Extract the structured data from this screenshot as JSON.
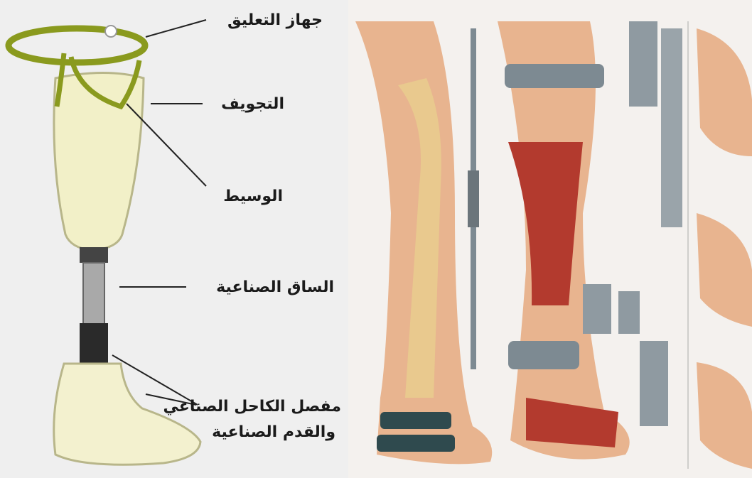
{
  "labels": {
    "suspension": "جهاز التعليق",
    "socket": "التجويف",
    "liner": "الوسيط",
    "pylon": "الساق الصناعية",
    "ankle_line1": "مفصل الكاحل الصناعي",
    "ankle_line2": "والقدم الصناعية"
  },
  "colors": {
    "ring": "#8a9a1e",
    "socket": "#f2f0c8",
    "pylon": "#a9a9a9",
    "foot": "#f3f1cf",
    "muscle": "#b33a2e",
    "bone": "#e9c98e",
    "skin": "#e8b48f",
    "metal": "#7d8a92"
  }
}
